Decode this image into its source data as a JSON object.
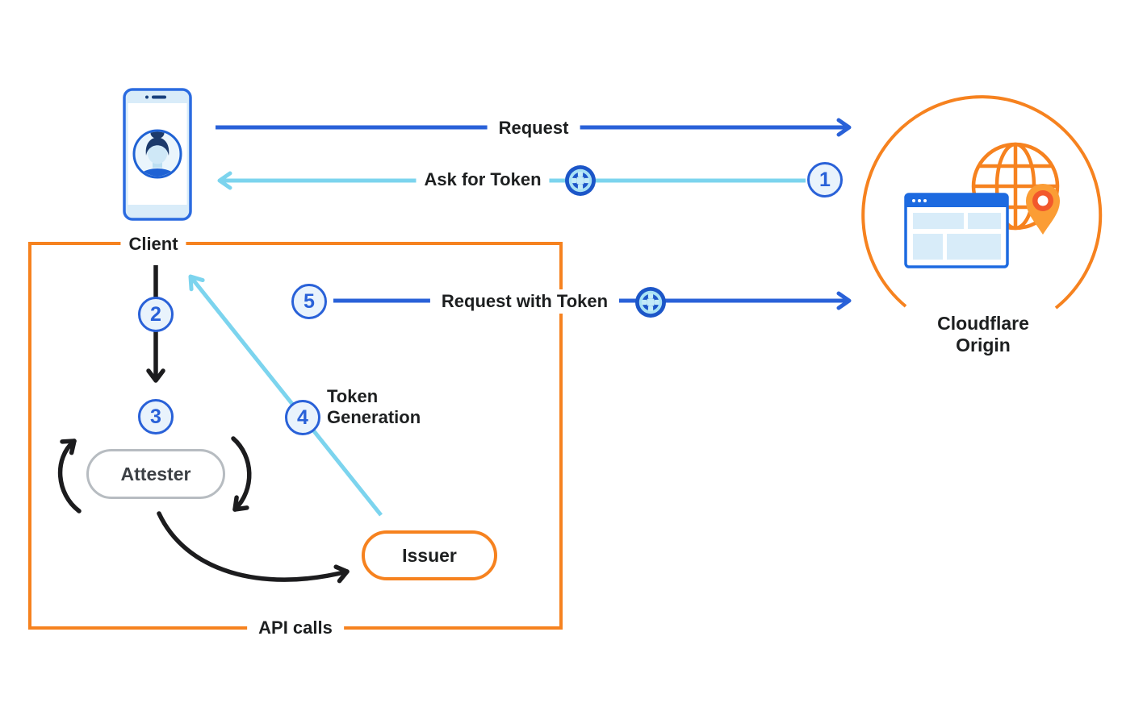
{
  "colors": {
    "blue": "#2961d8",
    "cyan": "#7cd4ee",
    "orange": "#f6821f",
    "ink": "#1d1f20",
    "gray": "#b7bcc1",
    "badge_fill": "#e9f3fc"
  },
  "nodes": {
    "client": "Client",
    "attester": "Attester",
    "issuer": "Issuer",
    "origin_line1": "Cloudflare",
    "origin_line2": "Origin"
  },
  "edges": {
    "request": "Request",
    "ask_for_token": "Ask for Token",
    "request_with_token": "Request with Token",
    "token_generation_line1": "Token",
    "token_generation_line2": "Generation",
    "api_calls": "API calls"
  },
  "badges": [
    "1",
    "2",
    "3",
    "4",
    "5"
  ],
  "icons": {
    "client_device": "smartphone-icon",
    "client_user": "user-avatar-icon",
    "token": "token-icon",
    "origin_globe": "globe-icon",
    "origin_browser": "browser-window-icon",
    "origin_pin": "location-pin-icon"
  }
}
